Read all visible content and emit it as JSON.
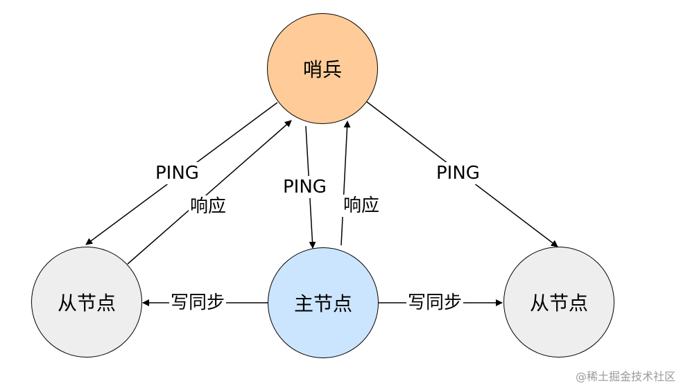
{
  "nodes": {
    "sentinel": {
      "label": "哨兵",
      "fill": "#FFCC99"
    },
    "master": {
      "label": "主节点",
      "fill": "#CCE5FF"
    },
    "slave_left": {
      "label": "从节点",
      "fill": "#EEEEEE"
    },
    "slave_right": {
      "label": "从节点",
      "fill": "#EEEEEE"
    }
  },
  "edges": {
    "ping_left": "PING",
    "ping_master": "PING",
    "ping_right": "PING",
    "reply_left": "响应",
    "reply_master": "响应",
    "sync_left": "写同步",
    "sync_right": "写同步"
  },
  "watermark": "@稀土掘金技术社区"
}
